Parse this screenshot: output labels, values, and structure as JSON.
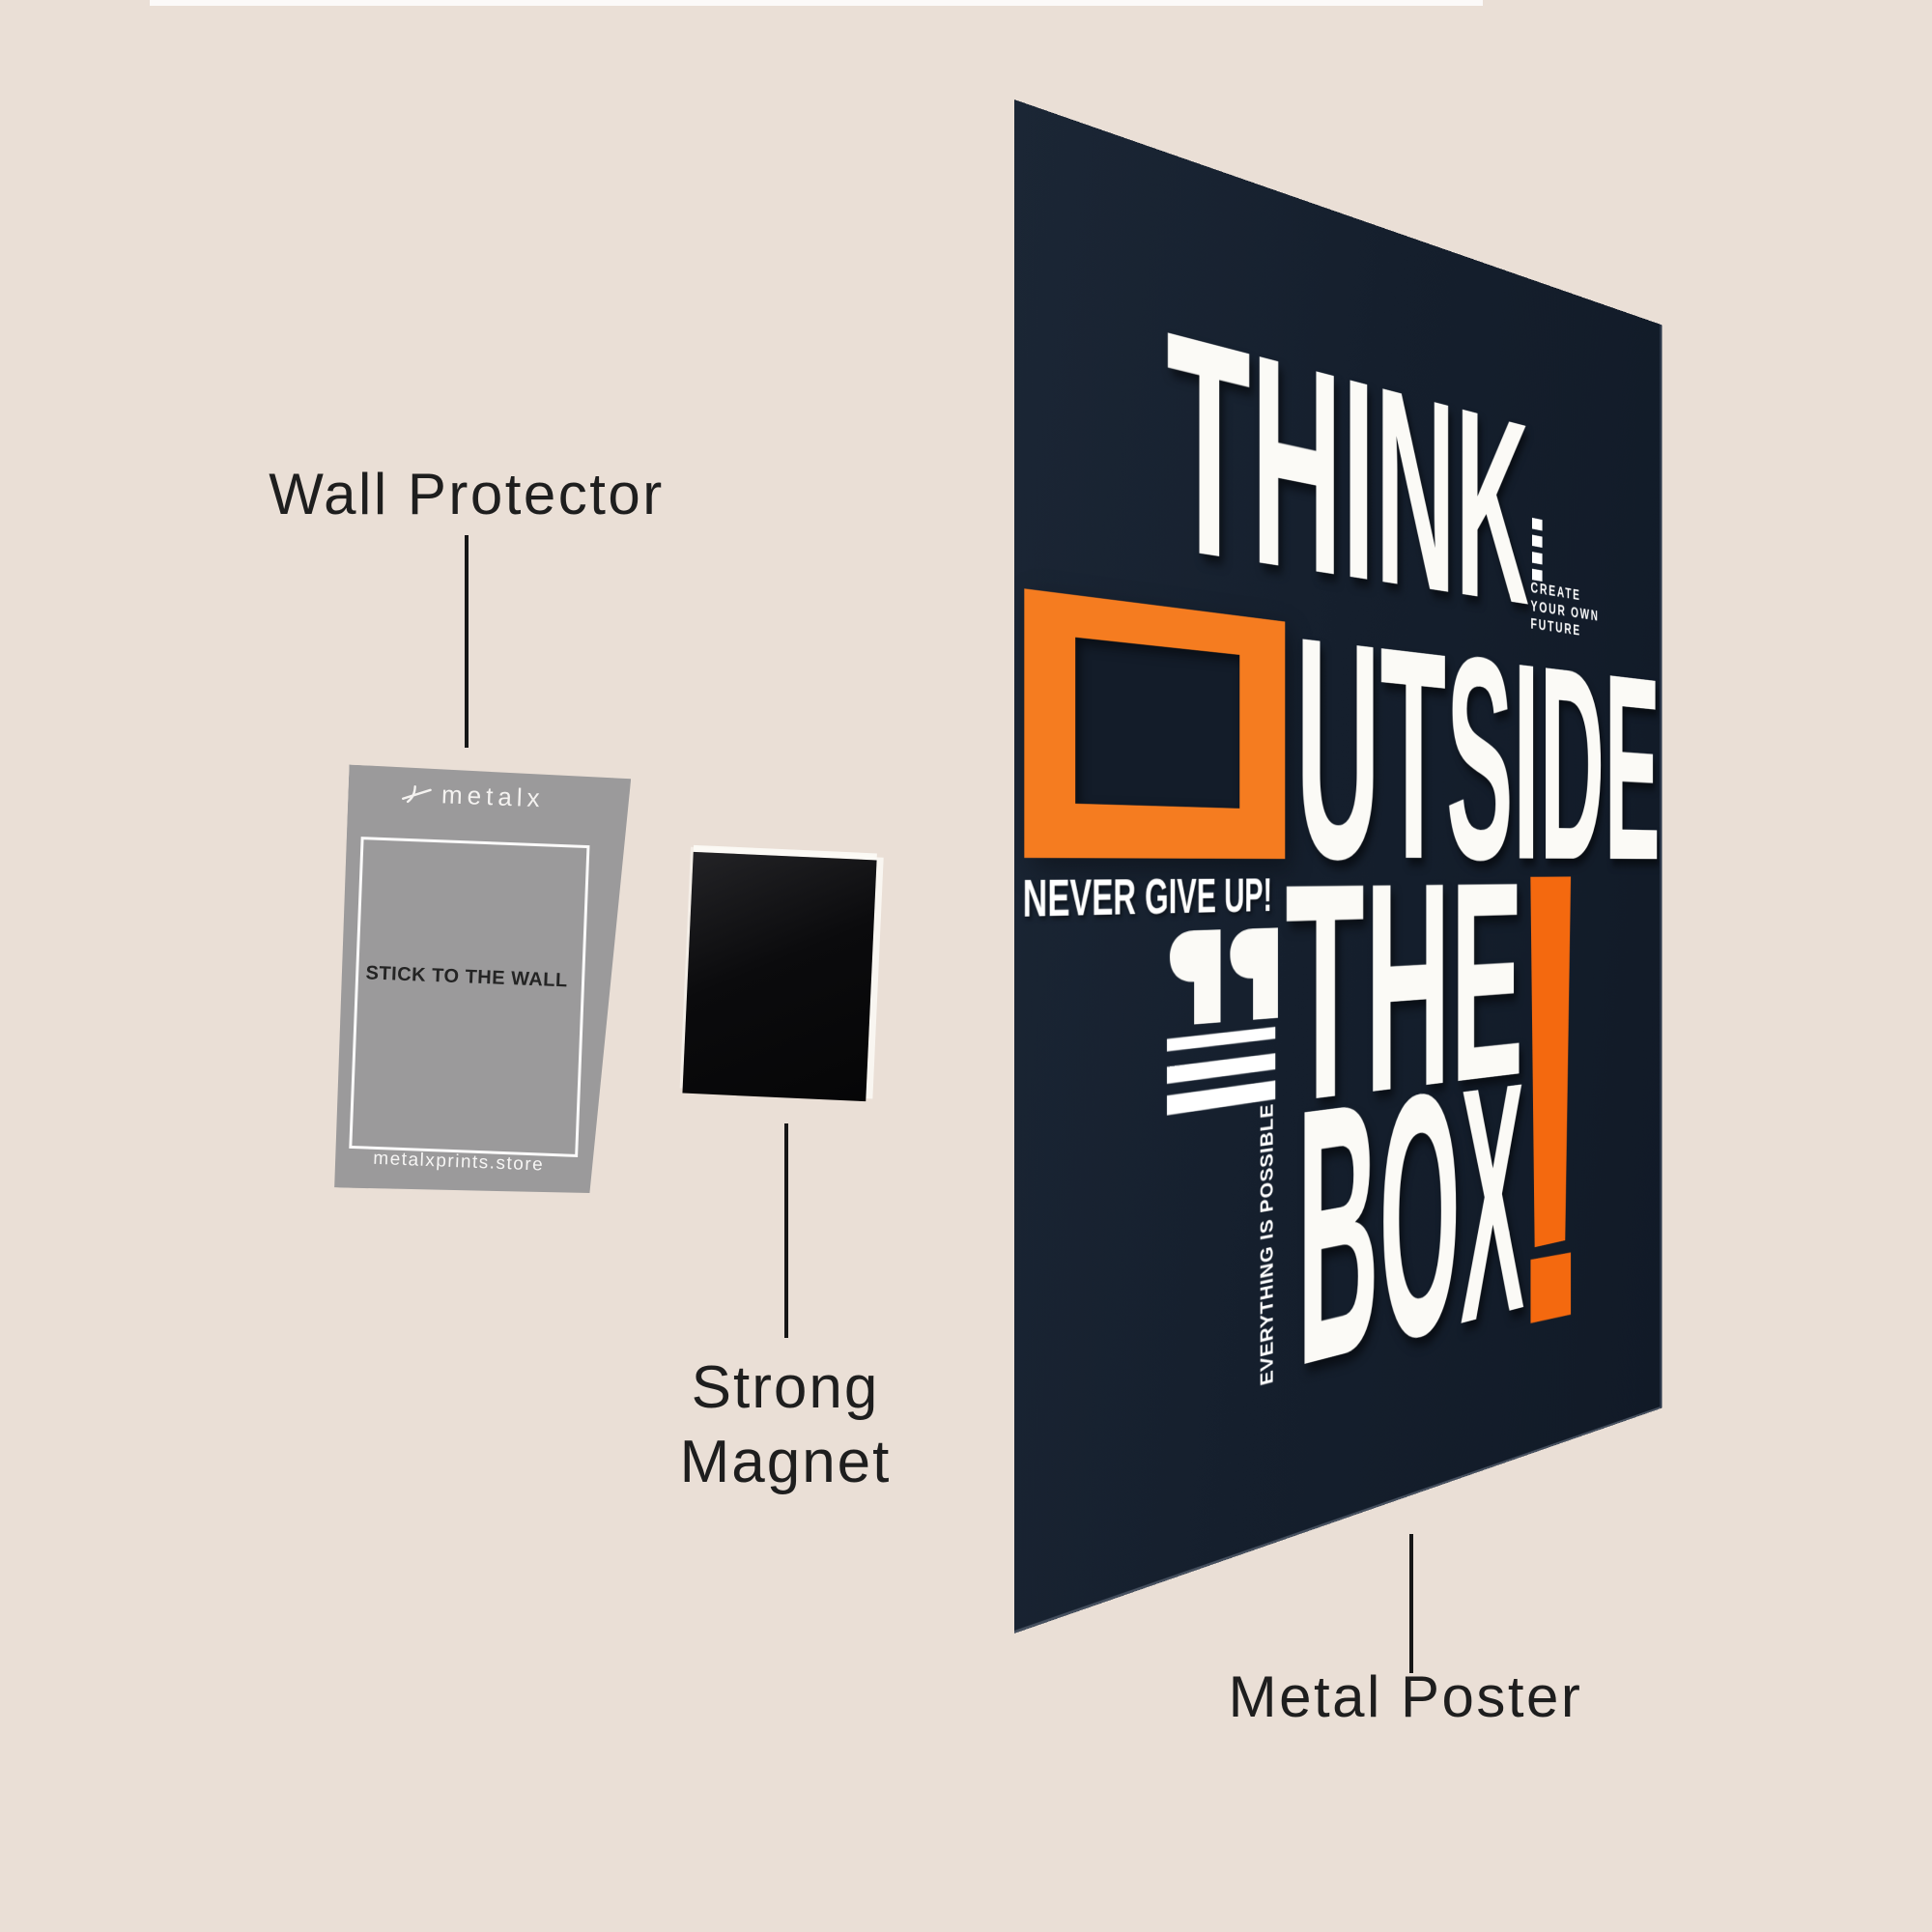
{
  "scene": {
    "background_color": "#eadfd6",
    "annotation_color": "#1e1e1e"
  },
  "labels": {
    "wall_protector": "Wall Protector",
    "strong_magnet_line1": "Strong",
    "strong_magnet_line2": "Magnet",
    "metal_poster": "Metal Poster"
  },
  "wall_protector_card": {
    "brand_logo_text": "metalx",
    "instruction": "STICK TO THE WALL",
    "website": "metalxprints.store",
    "card_color": "#9b9a9b"
  },
  "magnet": {
    "color": "#0b0b0d"
  },
  "poster": {
    "navy_color": "#151f2d",
    "orange_color": "#f57c20",
    "orange_deep_color": "#f4690f",
    "white_color": "#fbfaf6",
    "word_think": "THINK",
    "word_utside": "UTSIDE",
    "word_the": "THE",
    "word_box": "BOX",
    "create_lines": [
      "CREATE",
      "YOUR OWN",
      "FUTURE"
    ],
    "never_text": "NEVER GIVE UP!",
    "possible_text": "EVERYTHING IS POSSIBLE"
  }
}
